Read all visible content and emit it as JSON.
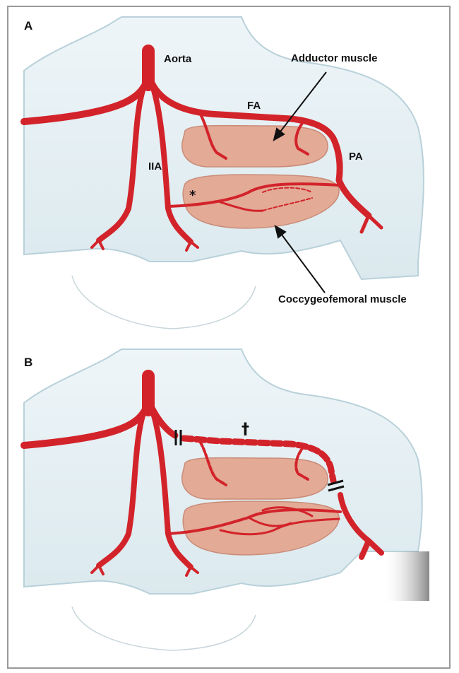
{
  "panel_a": {
    "label": "A",
    "aorta": "Aorta",
    "fa": "FA",
    "iia": "IIA",
    "pa": "PA",
    "adductor": "Adductor muscle",
    "coccygeofemoral": "Coccygeofemoral muscle",
    "asterisk": "*"
  },
  "panel_b": {
    "label": "B",
    "dagger": "†",
    "ligation_mark": "||"
  },
  "colors": {
    "artery": "#d3232a",
    "muscle": "#e3aa96",
    "muscle_stroke": "#c98c78",
    "body": "#e4eff3",
    "body_edge": "#b9d1da"
  }
}
